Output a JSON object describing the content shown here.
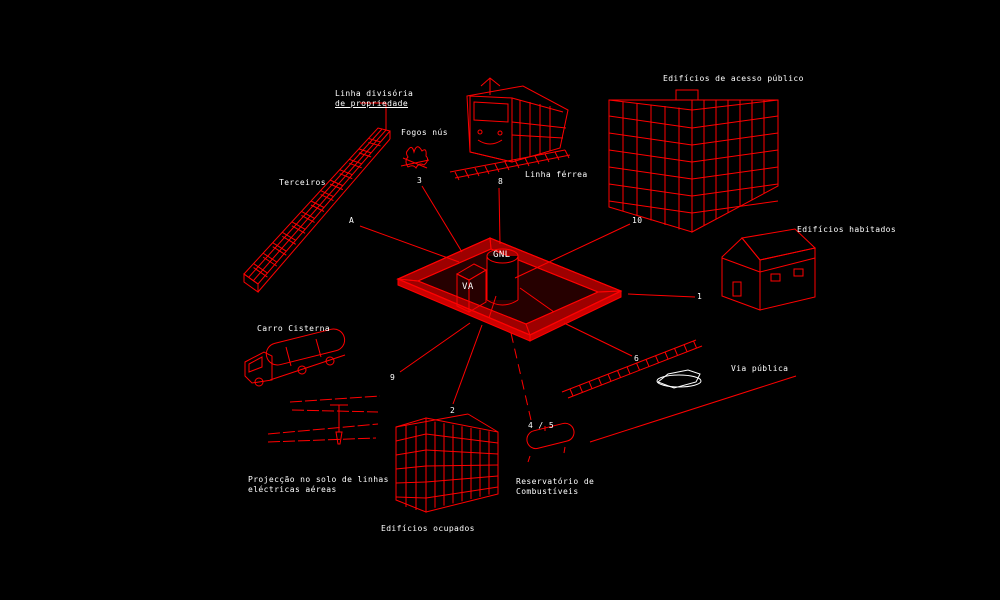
{
  "labels": {
    "linha_divisoria_1": "Linha divisória",
    "linha_divisoria_2": "de propriedade",
    "fogos_nus": "Fogos nús",
    "linha_ferrea": "Linha férrea",
    "edificios_acesso_publico": "Edifícios de acesso público",
    "terceiros": "Terceiros",
    "edificios_habitados": "Edifícios habitados",
    "carro_cisterna": "Carro Cisterna",
    "via_publica": "Via pública",
    "projecao_1": "Projecção no solo de linhas",
    "projecao_2": "eléctricas aéreas",
    "reservatorio_1": "Reservatório de",
    "reservatorio_2": "Combustíveis",
    "edificios_ocupados": "Edifícios ocupados",
    "gnl": "GNL",
    "va": "VA"
  },
  "numbers": {
    "n_a": "A",
    "n_3": "3",
    "n_8": "8",
    "n_10": "10",
    "n_1": "1",
    "n_6": "6",
    "n_9": "9",
    "n_2": "2",
    "n_45": "4 / 5"
  },
  "colors": {
    "background": "#000000",
    "lines": "#ff0000",
    "text": "#ffffff"
  }
}
